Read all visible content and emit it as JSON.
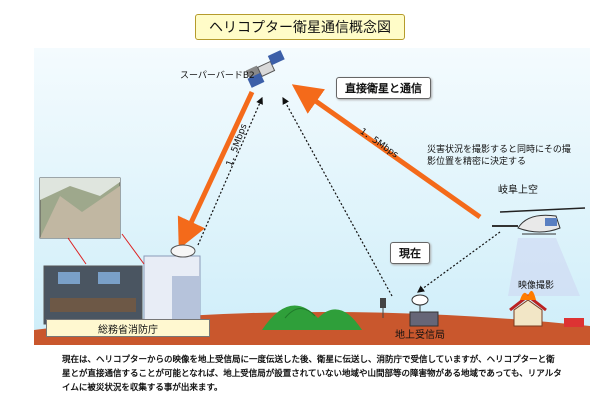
{
  "title": "ヘリコプター衛星通信概念図",
  "labels": {
    "satellite": "スーパーバードB2",
    "direct_link": "直接衛星と通信",
    "rate_up": "1．5Mbps",
    "rate_down": "1．5Mbps",
    "disaster_note": "災害状況を撮影すると同時にその撮影位置を精密に決定する",
    "gifu": "岐阜上空",
    "current": "現在",
    "filming": "映像撮影",
    "ground_station": "地上受信局",
    "hq": "総務省消防庁"
  },
  "description": "現在は、ヘリコプターからの映像を地上受信局に一度伝送した後、衛星に伝送し、消防庁で受信していますが、ヘリコプターと衛星とが直接通信することが可能となれば、地上受信局が設置されていない地域や山間部等の障害物がある地域であっても、リアルタイムに被災状況を収集する事が出来ます。",
  "colors": {
    "sky": "#dff3fb",
    "ground": "#c9572d",
    "orange_arrow": "#f46a1a",
    "hill_green": "#2f9f3a"
  }
}
